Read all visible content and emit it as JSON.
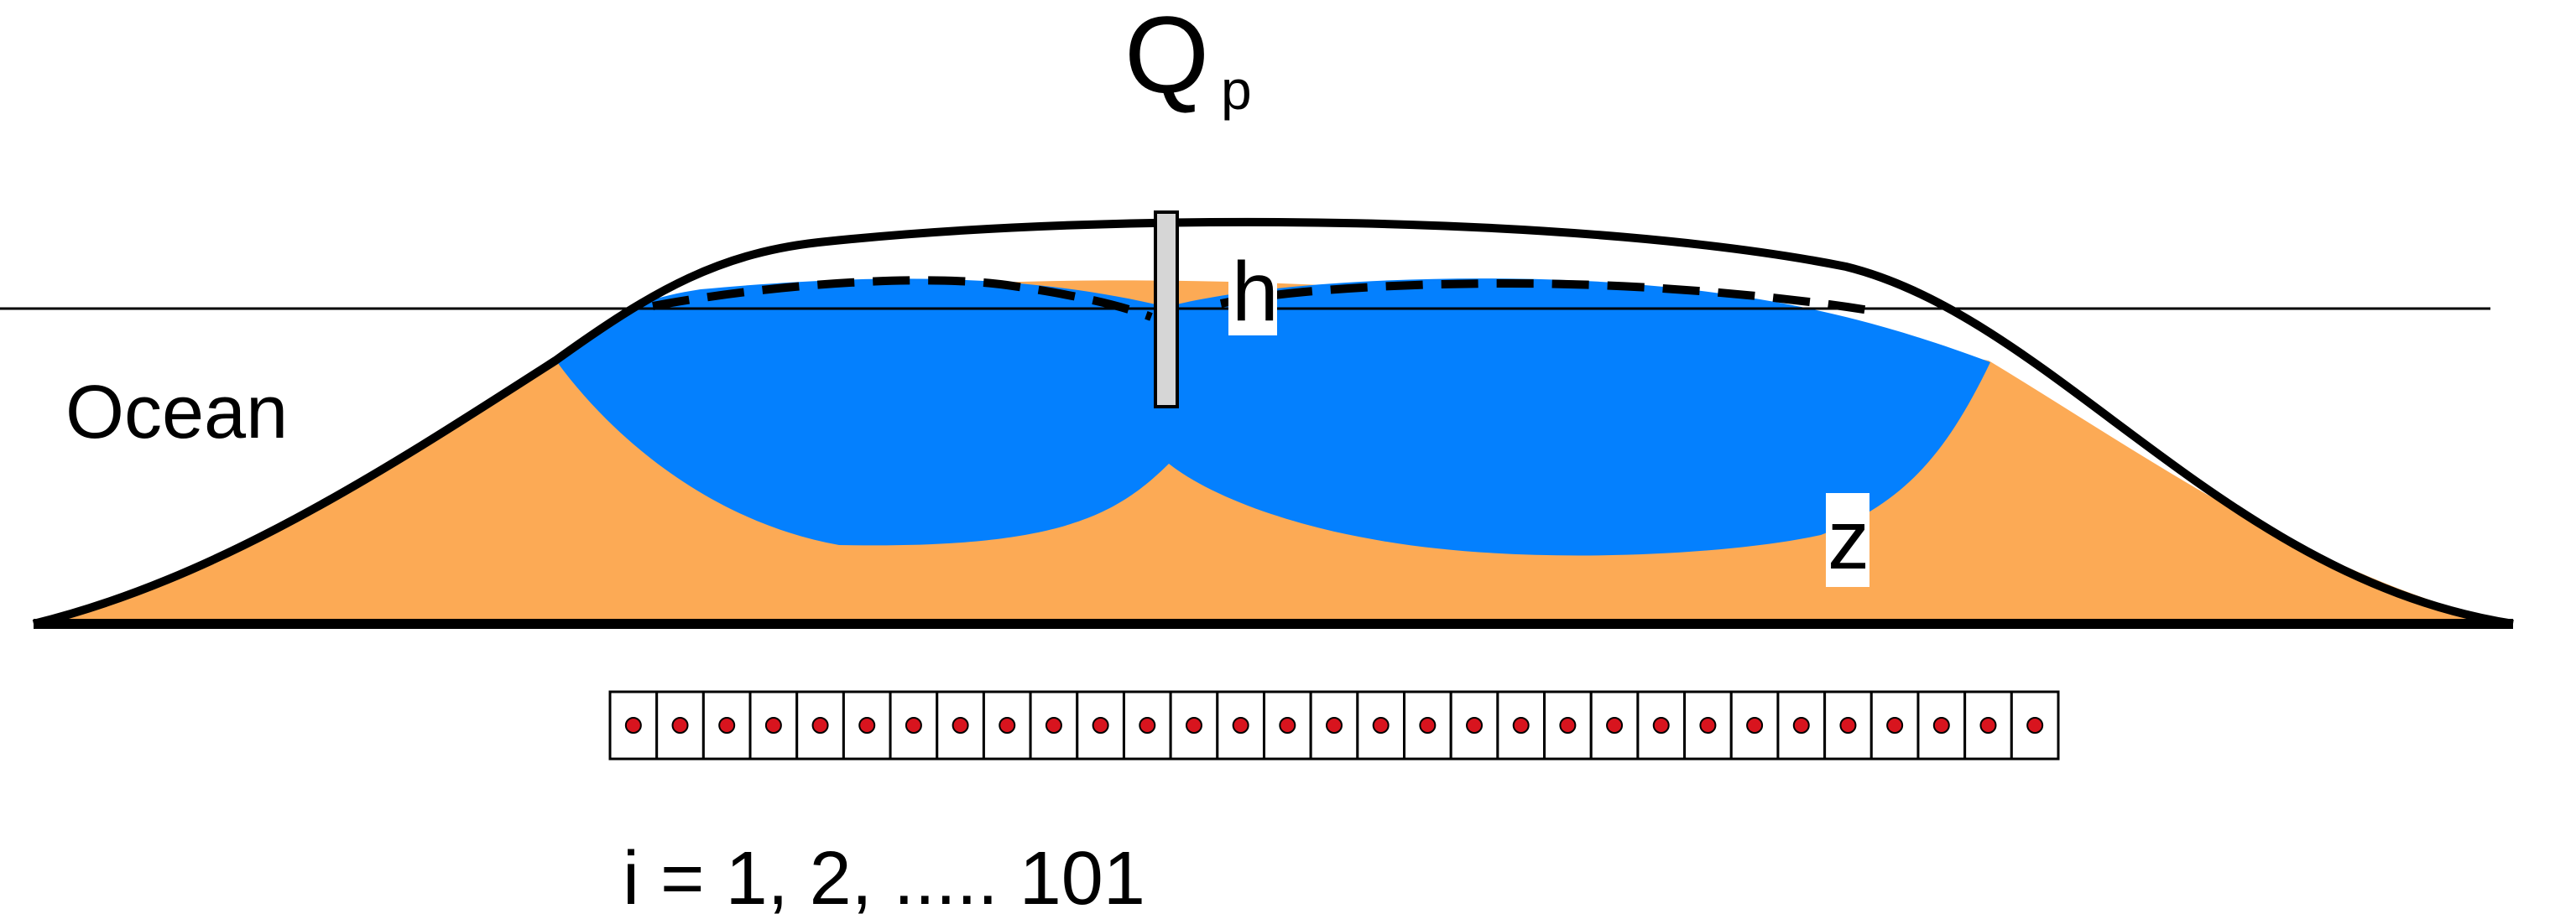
{
  "diagram": {
    "flux_label": "Q",
    "flux_subscript": "p",
    "head_label": "h",
    "depth_label": "z",
    "ocean_label": "Ocean",
    "index_label": "i = 1, 2, ..... 101",
    "grid_cell_count": 31
  },
  "colors": {
    "freshwater_lens": "#0480FE",
    "island_sediment": "#FCAA55",
    "outline": "#000000",
    "grid_node": "#D8141E",
    "well": "#D6D6D6"
  }
}
